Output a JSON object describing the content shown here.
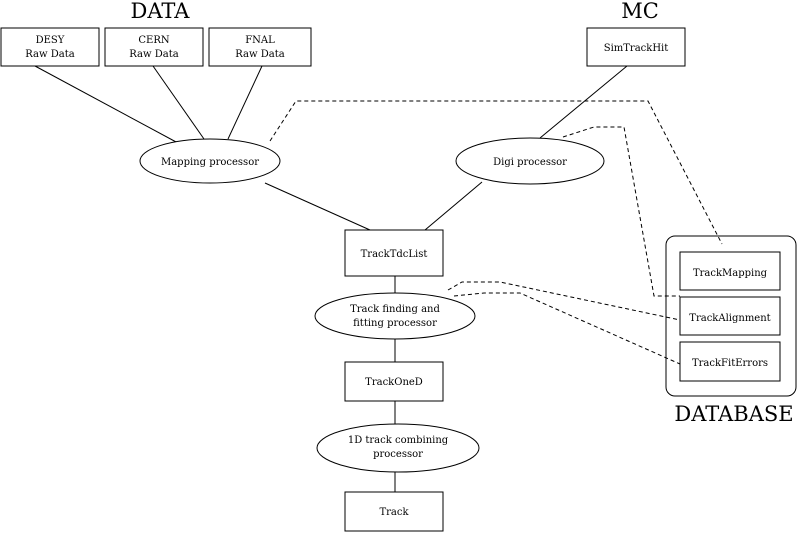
{
  "headings": {
    "data": "DATA",
    "mc": "MC",
    "database": "DATABASE"
  },
  "sources": {
    "desy": [
      "DESY",
      "Raw Data"
    ],
    "cern": [
      "CERN",
      "Raw Data"
    ],
    "fnal": [
      "FNAL",
      "Raw Data"
    ],
    "simtrackhit": "SimTrackHit"
  },
  "processors": {
    "mapping": "Mapping processor",
    "digi": "Digi processor",
    "track_finding": [
      "Track finding and",
      "fitting processor"
    ],
    "combining": [
      "1D track combining",
      "processor"
    ]
  },
  "products": {
    "tracktdclist": "TrackTdcList",
    "trackoned": "TrackOneD",
    "track": "Track"
  },
  "database_items": {
    "mapping": "TrackMapping",
    "alignment": "TrackAlignment",
    "fiterrors": "TrackFitErrors"
  }
}
